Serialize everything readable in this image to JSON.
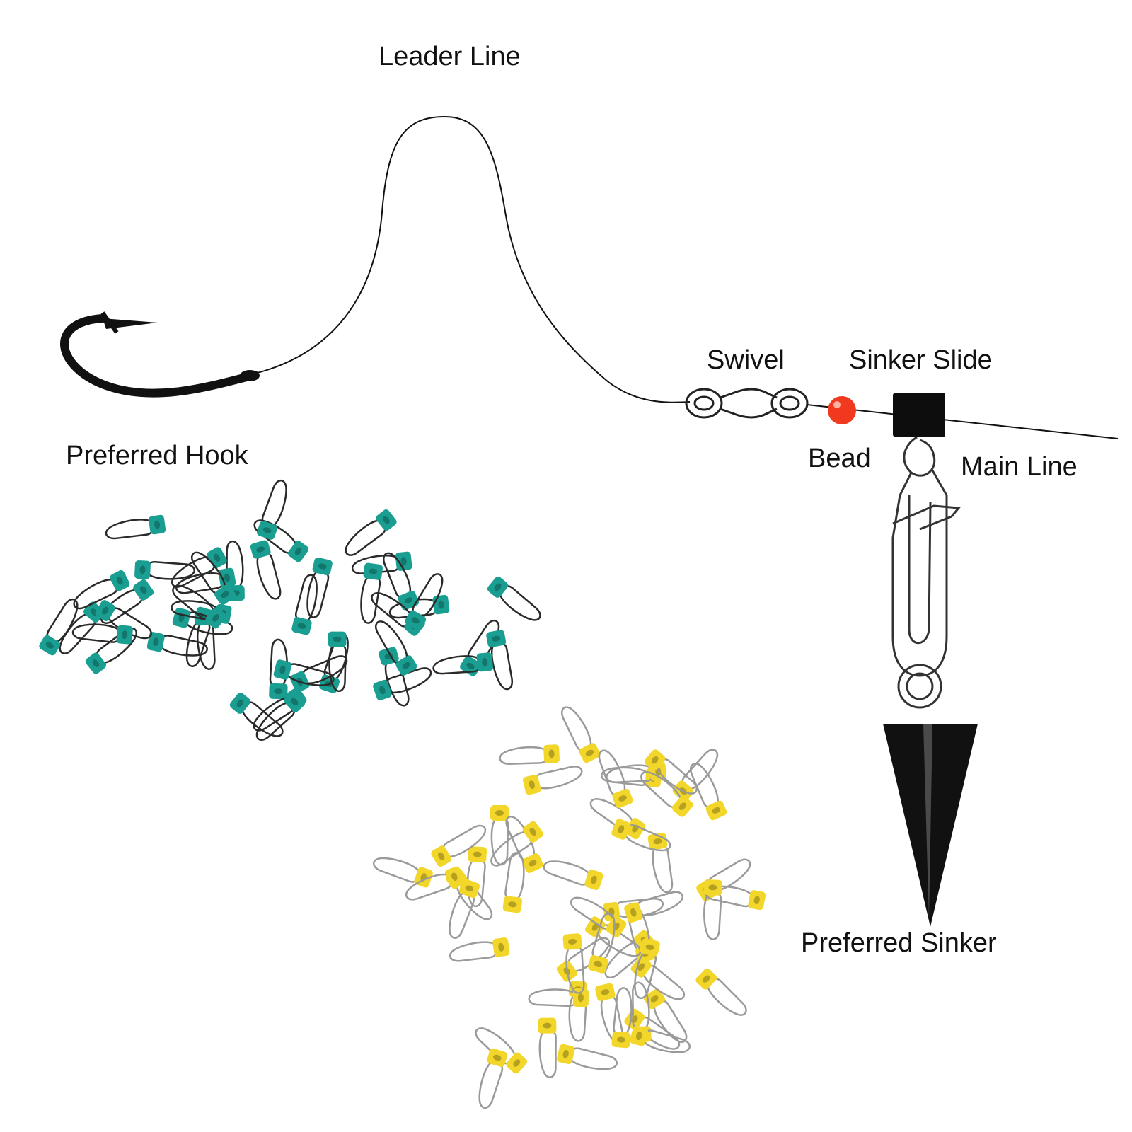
{
  "labels": {
    "leader_line": "Leader Line",
    "preferred_hook": "Preferred Hook",
    "swivel": "Swivel",
    "sinker_slide": "Sinker Slide",
    "bead": "Bead",
    "main_line": "Main Line",
    "preferred_sinker": "Preferred Sinker"
  },
  "colors": {
    "line": "#111111",
    "hook": "#111111",
    "bead": "#f0391e",
    "slide_block": "#0d0d0d",
    "sinker": "#111111",
    "green_slide": "#1a9e91",
    "yellow_slide": "#f2d72a",
    "black_wire": "#2a2a2a",
    "silver_wire": "#9a9a9a"
  },
  "icons": {
    "hook": "fishing-hook-icon",
    "swivel": "barrel-swivel-icon",
    "snap": "snap-clip-icon",
    "sinker": "cone-sinker-icon"
  }
}
